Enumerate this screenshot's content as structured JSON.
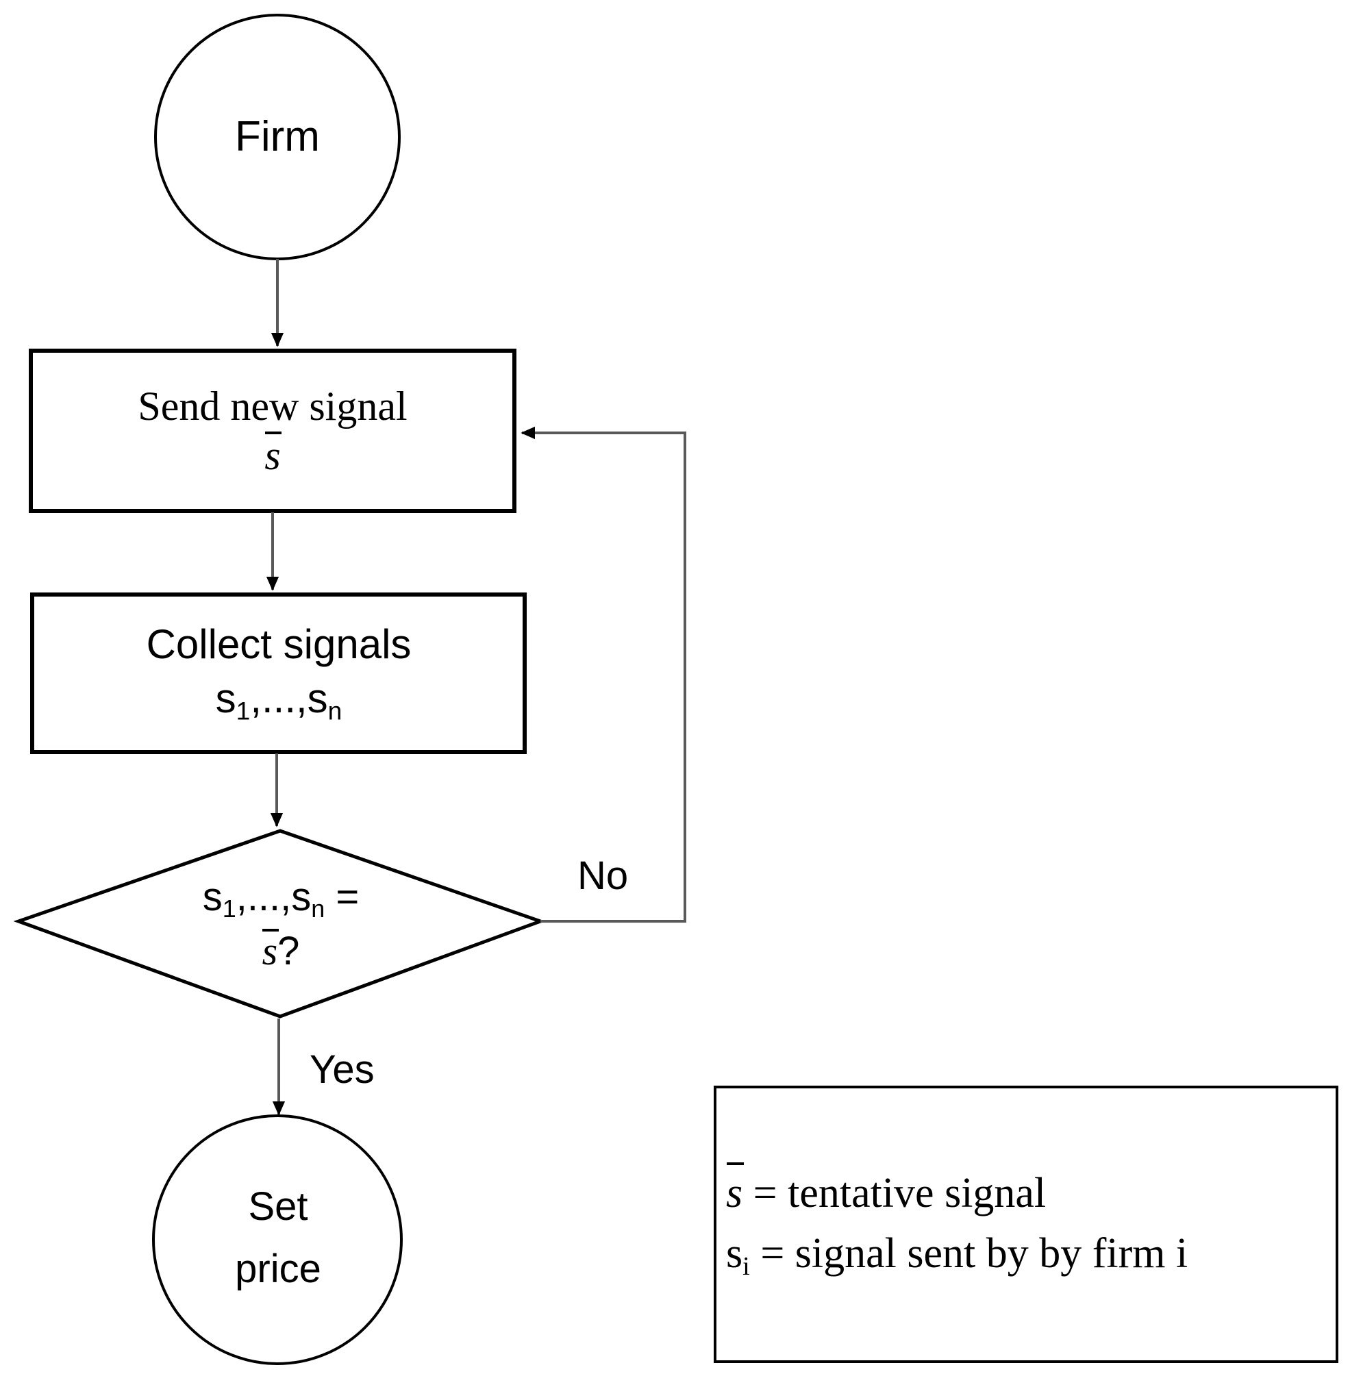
{
  "diagram": {
    "type": "flowchart",
    "title": "Firm signalling loop flowchart",
    "background_color": "#ffffff",
    "stroke_color": "#000000",
    "line_color": "#595959"
  },
  "nodes": {
    "start": {
      "shape": "circle",
      "label": "Firm"
    },
    "send_signal": {
      "shape": "rectangle",
      "line1": "Send new signal",
      "line2_symbol": "s",
      "line2_note": "s with overbar"
    },
    "collect_signals": {
      "shape": "rectangle",
      "line1": "Collect signals",
      "line2_prefix": "s",
      "line2_sub1": "1",
      "line2_middle": ",...,s",
      "line2_sub2": "n"
    },
    "decision": {
      "shape": "diamond",
      "line1_prefix": "s",
      "line1_sub1": "1",
      "line1_middle": ",...,s",
      "line1_sub2": "n",
      "line1_suffix": " =",
      "line2_symbol": "s",
      "line2_suffix": "?"
    },
    "end": {
      "shape": "circle",
      "line1": "Set",
      "line2": "price"
    }
  },
  "edges": [
    {
      "from": "start",
      "to": "send_signal",
      "label": ""
    },
    {
      "from": "send_signal",
      "to": "collect_signals",
      "label": ""
    },
    {
      "from": "collect_signals",
      "to": "decision",
      "label": ""
    },
    {
      "from": "decision",
      "to": "send_signal",
      "label": "No"
    },
    {
      "from": "decision",
      "to": "end",
      "label": "Yes"
    }
  ],
  "edge_labels": {
    "no": "No",
    "yes": "Yes"
  },
  "legend": {
    "row1_symbol": "s",
    "row1_text": " = tentative signal",
    "row2_prefix": "s",
    "row2_sub": "i",
    "row2_text": " = signal sent by by firm i"
  }
}
